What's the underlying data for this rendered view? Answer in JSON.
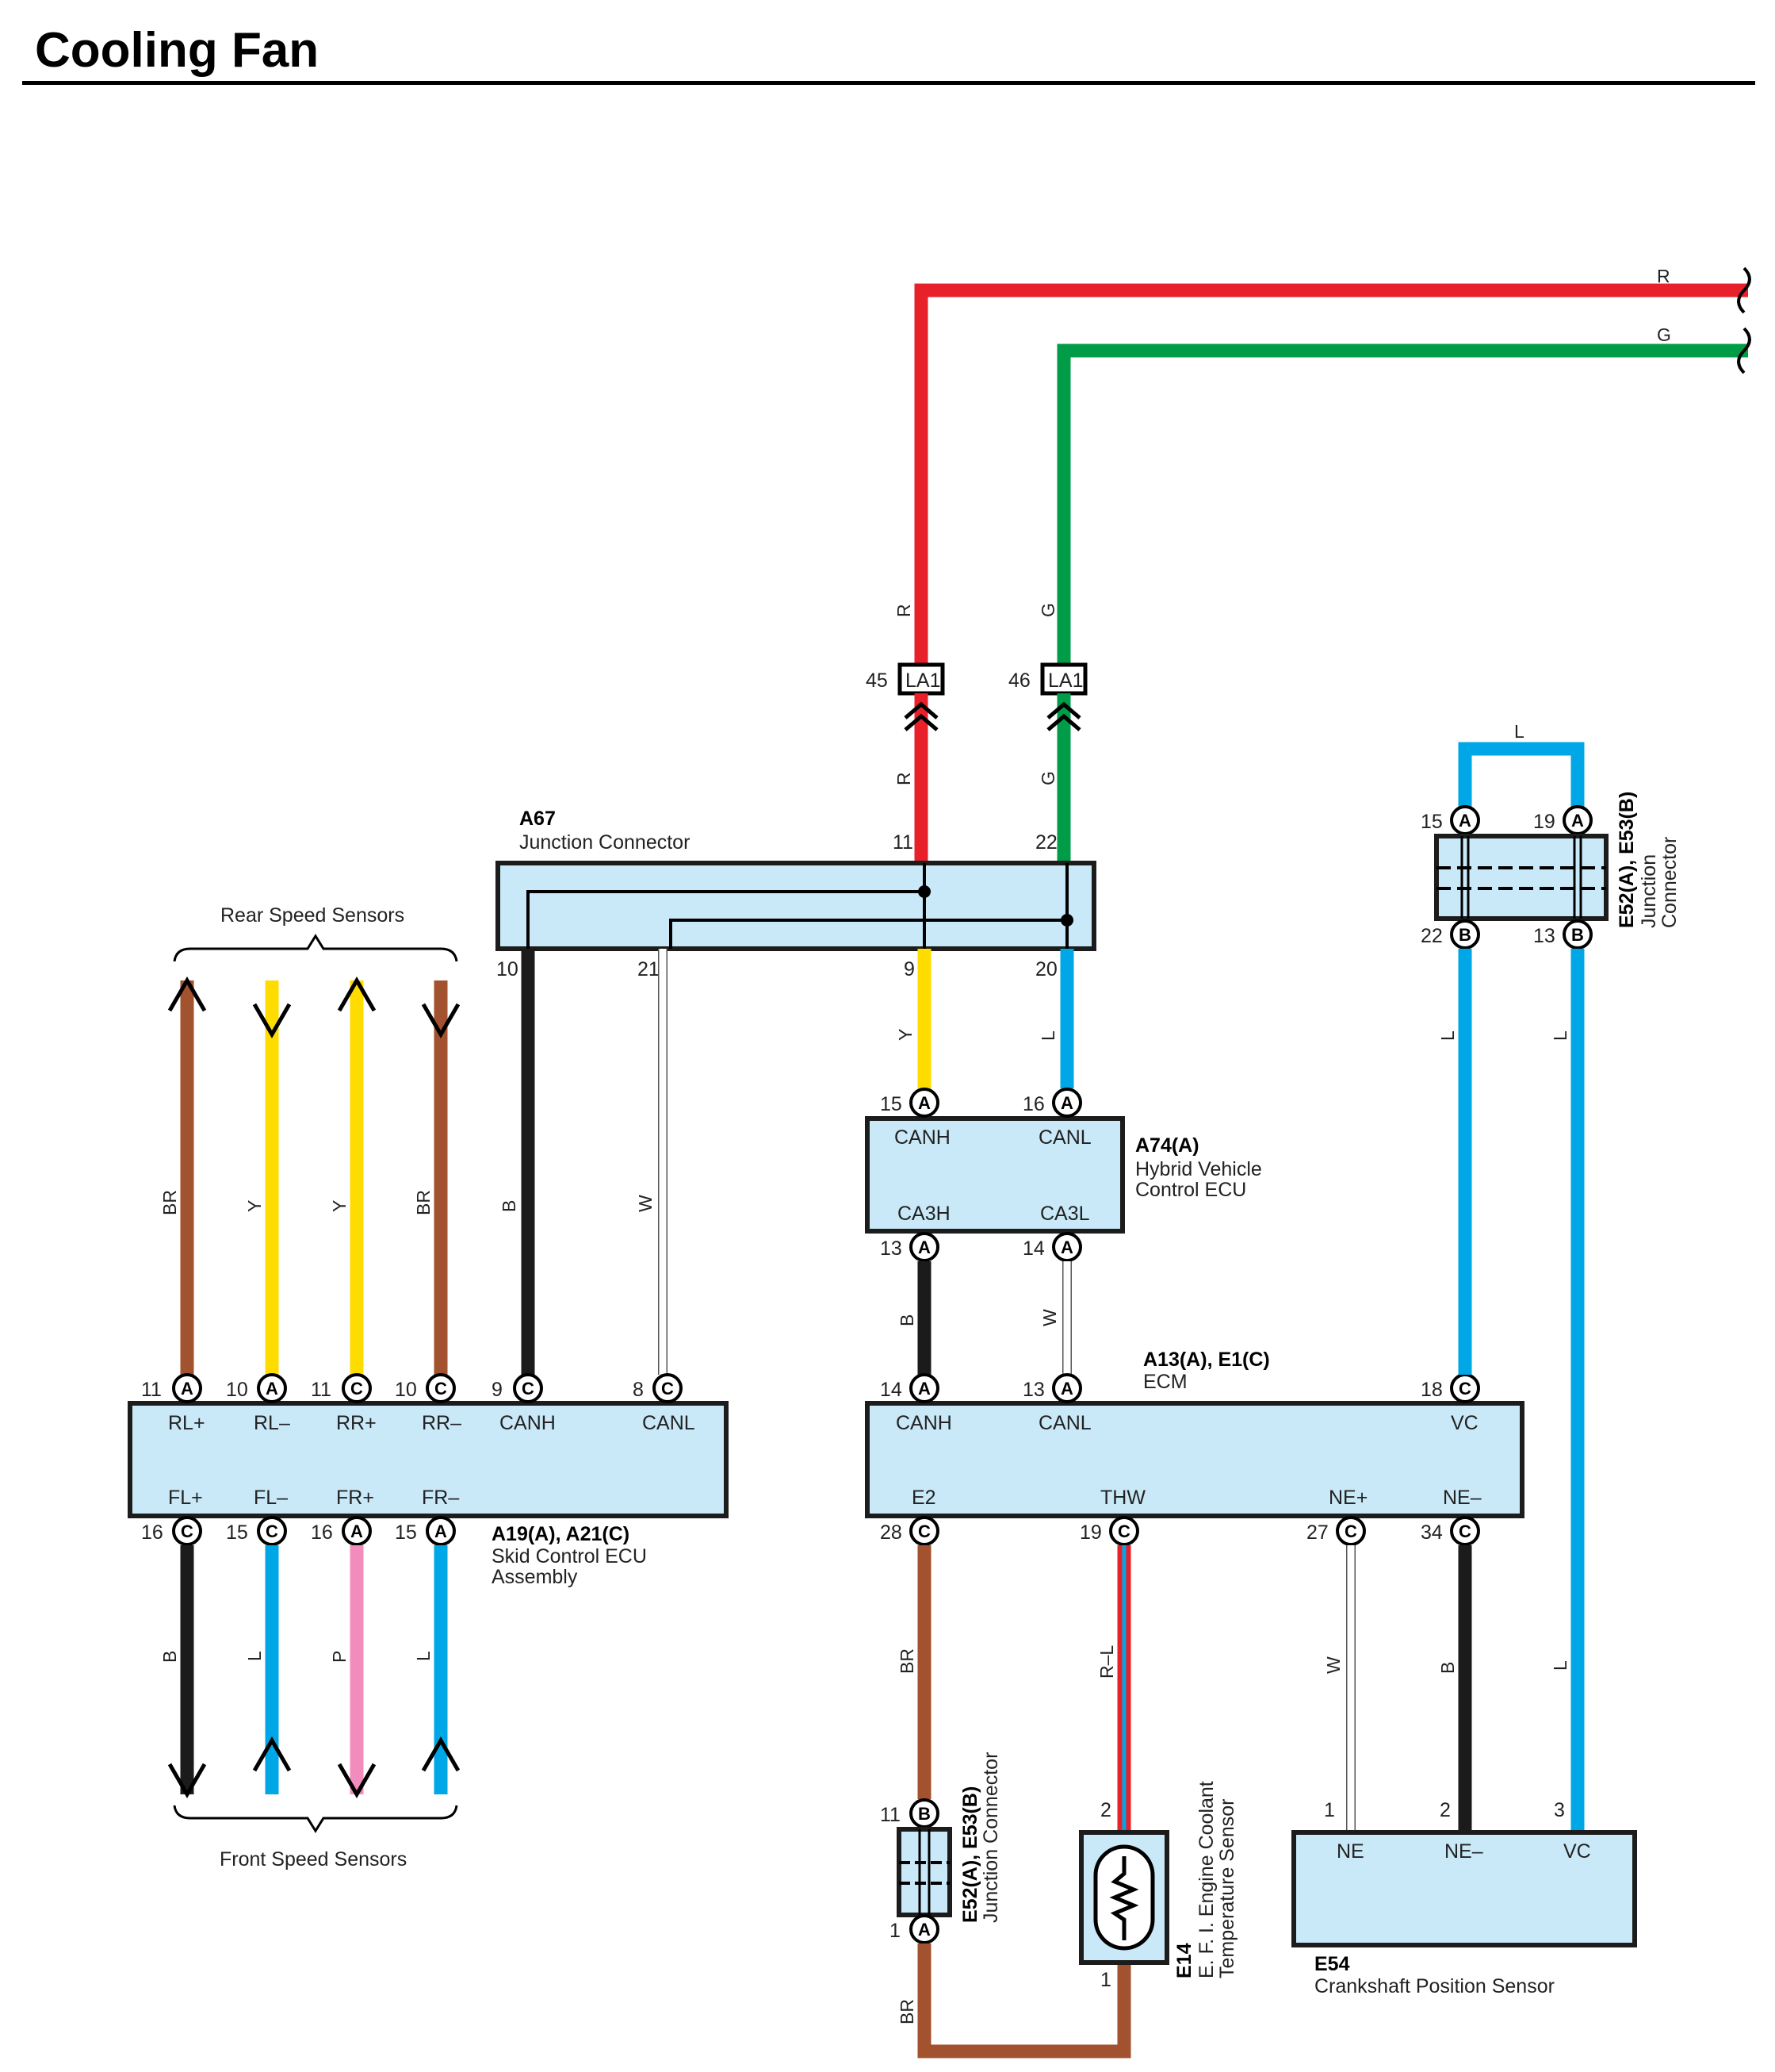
{
  "page": {
    "title": "Cooling Fan"
  },
  "colors": {
    "R": "#e8202a",
    "G": "#009c48",
    "Y": "#fedc00",
    "L": "#00a7e6",
    "B": "#1b1b1b",
    "BR": "#a2522e",
    "P": "#f18cbc",
    "W": "#ffffff",
    "box_fill": "#c9e9f8",
    "box_stroke": "#1c1c1c"
  },
  "components": {
    "a67": {
      "id": "A67",
      "name": "Junction Connector"
    },
    "a74": {
      "id": "A74(A)",
      "name_line1": "Hybrid Vehicle",
      "name_line2": "Control ECU",
      "canh": "CANH",
      "canl": "CANL",
      "ca3h": "CA3H",
      "ca3l": "CA3L"
    },
    "skid": {
      "id": "A19(A), A21(C)",
      "name_line1": "Skid Control ECU",
      "name_line2": "Assembly",
      "top_pins": [
        "RL+",
        "RL–",
        "RR+",
        "RR–",
        "CANH",
        "CANL"
      ],
      "bottom_pins": [
        "FL+",
        "FL–",
        "FR+",
        "FR–"
      ]
    },
    "ecm": {
      "id": "A13(A), E1(C)",
      "name": "ECM",
      "canh": "CANH",
      "canl": "CANL",
      "vc": "VC",
      "e2": "E2",
      "thw": "THW",
      "ne_plus": "NE+",
      "ne_minus": "NE–"
    },
    "jc_upper": {
      "id": "E52(A), E53(B)",
      "name_line1": "Junction",
      "name_line2": "Connector"
    },
    "jc_lower": {
      "id": "E52(A), E53(B)",
      "name": "Junction Connector"
    },
    "e14": {
      "id": "E14",
      "name_line1": "E. F. I.  Engine Coolant",
      "name_line2": "Temperature Sensor"
    },
    "e54": {
      "id": "E54",
      "name": "Crankshaft Position Sensor",
      "ne": "NE",
      "ne_minus": "NE–",
      "vc": "VC"
    },
    "la1_left": {
      "label": "LA1",
      "pin": "45"
    },
    "la1_right": {
      "label": "LA1",
      "pin": "46"
    }
  },
  "groups": {
    "rear": "Rear Speed Sensors",
    "front": "Front Speed Sensors"
  },
  "pins": {
    "a67_11": "11",
    "a67_22": "22",
    "a67_10": "10",
    "a67_21": "21",
    "a67_9": "9",
    "a67_20": "20",
    "a74_15": "15",
    "a74_16": "16",
    "a74_13": "13",
    "a74_14": "14",
    "skid_11a": "11",
    "skid_10a": "10",
    "skid_11c": "11",
    "skid_10c": "10",
    "skid_9c": "9",
    "skid_8c": "8",
    "skid_16c": "16",
    "skid_15c": "15",
    "skid_16a": "16",
    "skid_15a": "15",
    "ecm_14a": "14",
    "ecm_13a": "13",
    "ecm_18c": "18",
    "ecm_28c": "28",
    "ecm_19c": "19",
    "ecm_27c": "27",
    "ecm_34c": "34",
    "jcu_15": "15",
    "jcu_19": "19",
    "jcu_22": "22",
    "jcu_13": "13",
    "jcl_11": "11",
    "jcl_1": "1",
    "e14_2": "2",
    "e14_1": "1",
    "e54_1": "1",
    "e54_2": "2",
    "e54_3": "3"
  },
  "wire_labels": {
    "top_r": "R",
    "top_g": "G",
    "r_up": "R",
    "g_up": "G",
    "r_low": "R",
    "g_low": "G",
    "y_a74": "Y",
    "l_a74": "L",
    "b_a74": "B",
    "w_a74": "W",
    "br_rl": "BR",
    "y_rl": "Y",
    "y_rr": "Y",
    "br_rr": "BR",
    "b_canh": "B",
    "w_canl": "W",
    "b_fl": "B",
    "l_fl": "L",
    "p_fr": "P",
    "l_fr": "L",
    "l_loop": "L",
    "l_jc1": "L",
    "l_jc2": "L",
    "br_e2": "BR",
    "rl_thw": "R–L",
    "w_ne": "W",
    "b_ne": "B",
    "l_vc": "L",
    "br_bottom": "BR"
  },
  "connector_letters": {
    "a": "A",
    "b": "B",
    "c": "C"
  }
}
